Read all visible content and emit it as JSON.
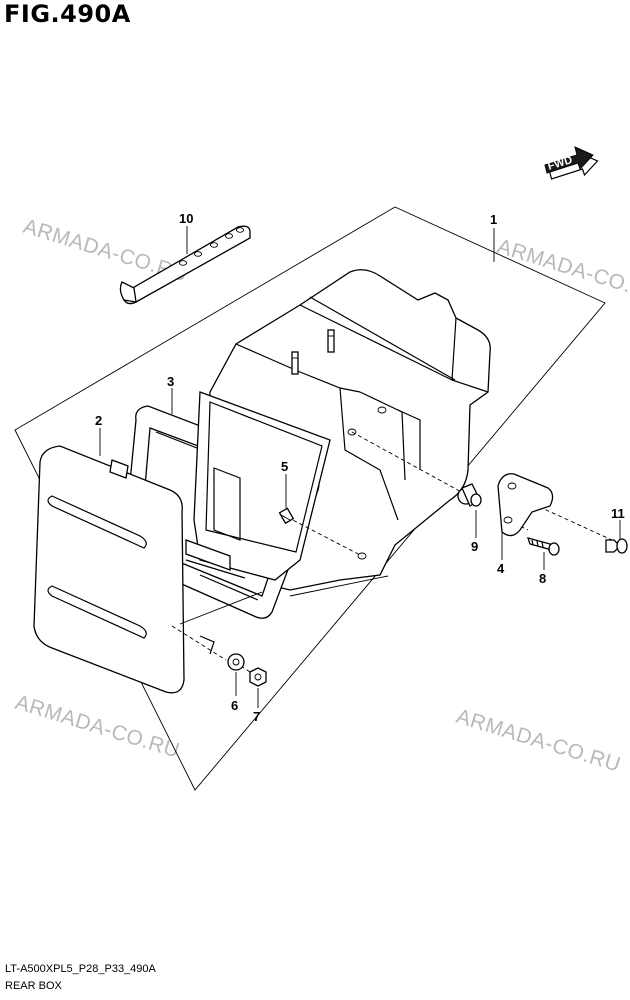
{
  "figure": {
    "title": "FIG.490A",
    "code": "LT-A500XPL5_P28_P33_490A",
    "name": "REAR BOX"
  },
  "direction_badge": "FWD",
  "watermark": "ARMADA-CO.RU",
  "parts": {
    "p1": "1",
    "p2": "2",
    "p3": "3",
    "p4": "4",
    "p5": "5",
    "p6": "6",
    "p7": "7",
    "p8": "8",
    "p9": "9",
    "p10": "10",
    "p11": "11"
  }
}
